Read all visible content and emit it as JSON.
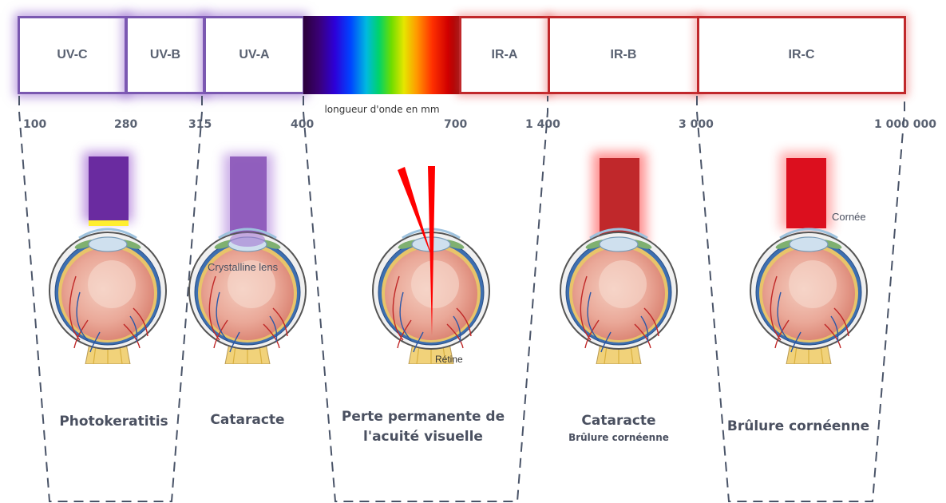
{
  "bands": {
    "uvc": "UV-C",
    "uvb": "UV-B",
    "uva": "UV-A",
    "ira": "IR-A",
    "irb": "IR-B",
    "irc": "IR-C"
  },
  "wavelength_label": "longueur d'onde en mm",
  "ticks": [
    "100",
    "280",
    "315",
    "400",
    "700",
    "1 400",
    "3 000",
    "1 000 000"
  ],
  "effects": {
    "photokeratitis": "Photokeratitis",
    "cataracte_uva": "Cataracte",
    "perte_line1": "Perte permanente de",
    "perte_line2": "l'acuité visuelle",
    "cataracte_irb": "Cataracte",
    "brulure_irb": "Brûlure cornéenne",
    "brulure_irc": "Brûlure cornéenne"
  },
  "eye_labels": {
    "crystalline": "Crystalline lens",
    "retine": "Rétine",
    "cornee": "Cornée"
  },
  "colors": {
    "uv_border": "#7a58b0",
    "ir_border": "#c0282b",
    "uvc_beam": "#6a2ba0",
    "uva_beam": "#8a55b8",
    "irb_beam": "#c0282b",
    "irc_beam": "#dc0f1e",
    "visible_beam": "#ff0000",
    "eye_body": "#e8a292"
  }
}
